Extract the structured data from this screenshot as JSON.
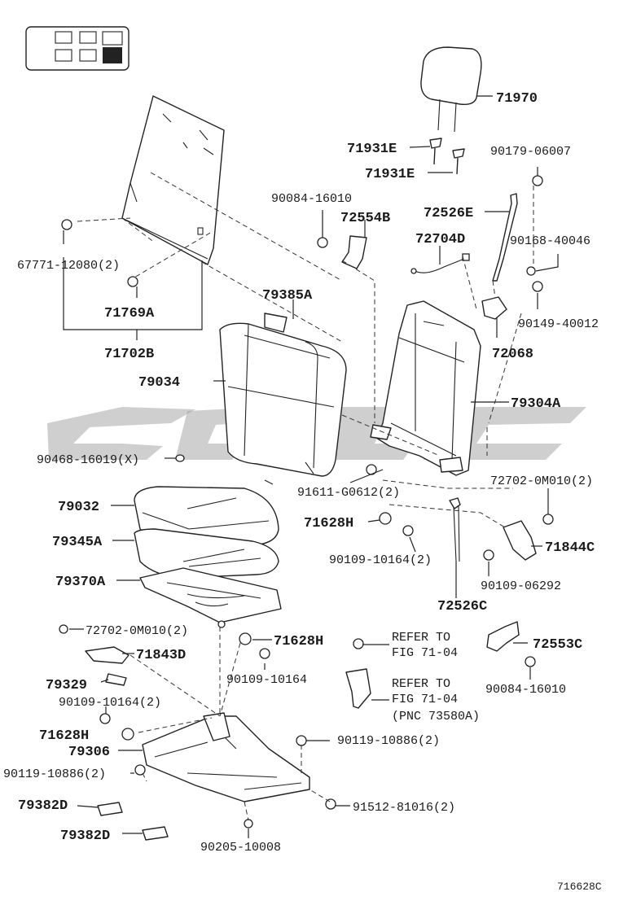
{
  "figure_code": "716628C",
  "watermark_color": "#a9a9a9",
  "line_color": "#222222",
  "parts": {
    "p71970": "71970",
    "p71931e_a": "71931E",
    "p71931e_b": "71931E",
    "p90179": "90179-06007",
    "p90084_top": "90084-16010",
    "p72554b": "72554B",
    "p72526e": "72526E",
    "p72704d": "72704D",
    "p90168": "90168-40046",
    "p90149": "90149-40012",
    "p72068": "72068",
    "p79304a": "79304A",
    "p67771": "67771-12080(2)",
    "p71769a": "71769A",
    "p71702b": "71702B",
    "p79385a": "79385A",
    "p79034": "79034",
    "p90468": "90468-16019(X)",
    "p91611": "91611-G0612(2)",
    "p72702_right": "72702-0M010(2)",
    "p79032": "79032",
    "p71628h_mid": "71628H",
    "p79345a": "79345A",
    "p71844c": "71844C",
    "p90109_10164_2_mid": "90109-10164(2)",
    "p90109_06292": "90109-06292",
    "p79370a": "79370A",
    "p72526c": "72526C",
    "p72702_left": "72702-0M010(2)",
    "p71628h_low": "71628H",
    "p71843d": "71843D",
    "p90109_10164": "90109-10164",
    "p79329": "79329",
    "p90109_10164_2_left": "90109-10164(2)",
    "p72553c": "72553C",
    "p90084_low": "90084-16010",
    "p71628h_left": "71628H",
    "p79306": "79306",
    "p90119_right": "90119-10886(2)",
    "p90119_left": "90119-10886(2)",
    "p79382d_a": "79382D",
    "p79382d_b": "79382D",
    "p91512": "91512-81016(2)",
    "p90205": "90205-10008"
  },
  "refer1": {
    "line1": "REFER TO",
    "line2": "FIG 71-04"
  },
  "refer2": {
    "line1": "REFER TO",
    "line2": "FIG 71-04",
    "line3": "(PNC 73580A)"
  }
}
